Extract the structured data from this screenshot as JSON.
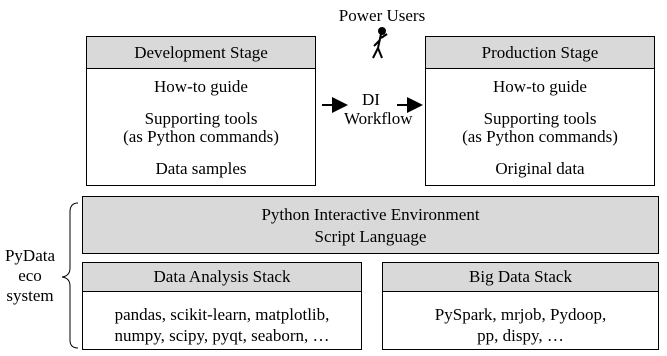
{
  "power_users": "Power Users",
  "development": {
    "title": "Development Stage",
    "items": [
      "How-to guide",
      "Supporting tools",
      "(as Python commands)",
      "Data samples"
    ]
  },
  "production": {
    "title": "Production Stage",
    "items": [
      "How-to guide",
      "Supporting tools",
      "(as Python commands)",
      "Original data"
    ]
  },
  "workflow": {
    "line1": "DI",
    "line2": "Workflow"
  },
  "environment": {
    "line1": "Python Interactive Environment",
    "line2": "Script Language"
  },
  "data_analysis": {
    "title": "Data Analysis Stack",
    "line1": "pandas,  scikit-learn, matplotlib,",
    "line2": "numpy, scipy, pyqt, seaborn, …"
  },
  "big_data": {
    "title": "Big Data  Stack",
    "line1": "PySpark, mrjob, Pydoop,",
    "line2": "pp, dispy, …"
  },
  "ecosystem": {
    "line1": "PyData",
    "line2": "eco",
    "line3": "system"
  }
}
